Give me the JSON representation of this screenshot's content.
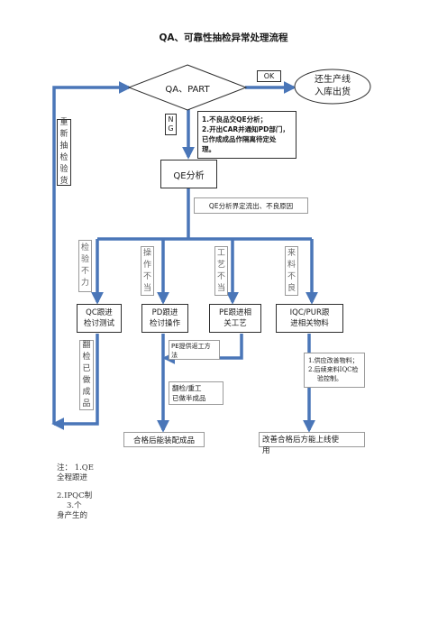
{
  "title": "QA、可靠性抽检异常处理流程",
  "decision": "QA、PART",
  "ok": "OK",
  "ellipse": [
    "还生产线",
    "入库出货"
  ],
  "ng": [
    "N",
    "G"
  ],
  "ng_note": [
    "1.不良品交QE分析；",
    "2.开出CAR并通知PD部门，",
    "已作成成品作隔离待定处",
    "理。"
  ],
  "recheck": [
    "重",
    "新",
    "抽",
    "检",
    "验",
    "货"
  ],
  "qe": "QE分析",
  "qe_note": "QE分析界定流出、不良原因",
  "reasons": [
    [
      "检",
      "验",
      "不",
      "力"
    ],
    [
      "操",
      "作",
      "不",
      "当"
    ],
    [
      "工",
      "艺",
      "不",
      "当"
    ],
    [
      "来",
      "料",
      "不",
      "良"
    ]
  ],
  "followups": [
    [
      "QC跟进",
      "检讨测试"
    ],
    [
      "PD跟进",
      "检讨操作"
    ],
    [
      "PE跟进相",
      "关工艺"
    ],
    [
      "IQC/PUR跟",
      "进相关物料"
    ]
  ],
  "recheck_finished": [
    "翻",
    "检",
    "已",
    "做",
    "成",
    "品"
  ],
  "pe_method": [
    "PE提供返工方",
    "法"
  ],
  "rework": [
    "翻检/重工",
    "已做半成品"
  ],
  "supplier": [
    "1.供应改善物料；",
    "2.后续来料IQC检",
    "验控制。"
  ],
  "qualified": "合格后能装配成品",
  "improve": [
    "改善合格后方能上线使",
    "用"
  ],
  "notes": [
    "注： 1.QE",
    "全程跟进",
    "2.IPQC制",
    "3.个",
    "身产生的"
  ],
  "colors": {
    "arrow": "#4a76b8",
    "border": "#2e2e2e"
  }
}
